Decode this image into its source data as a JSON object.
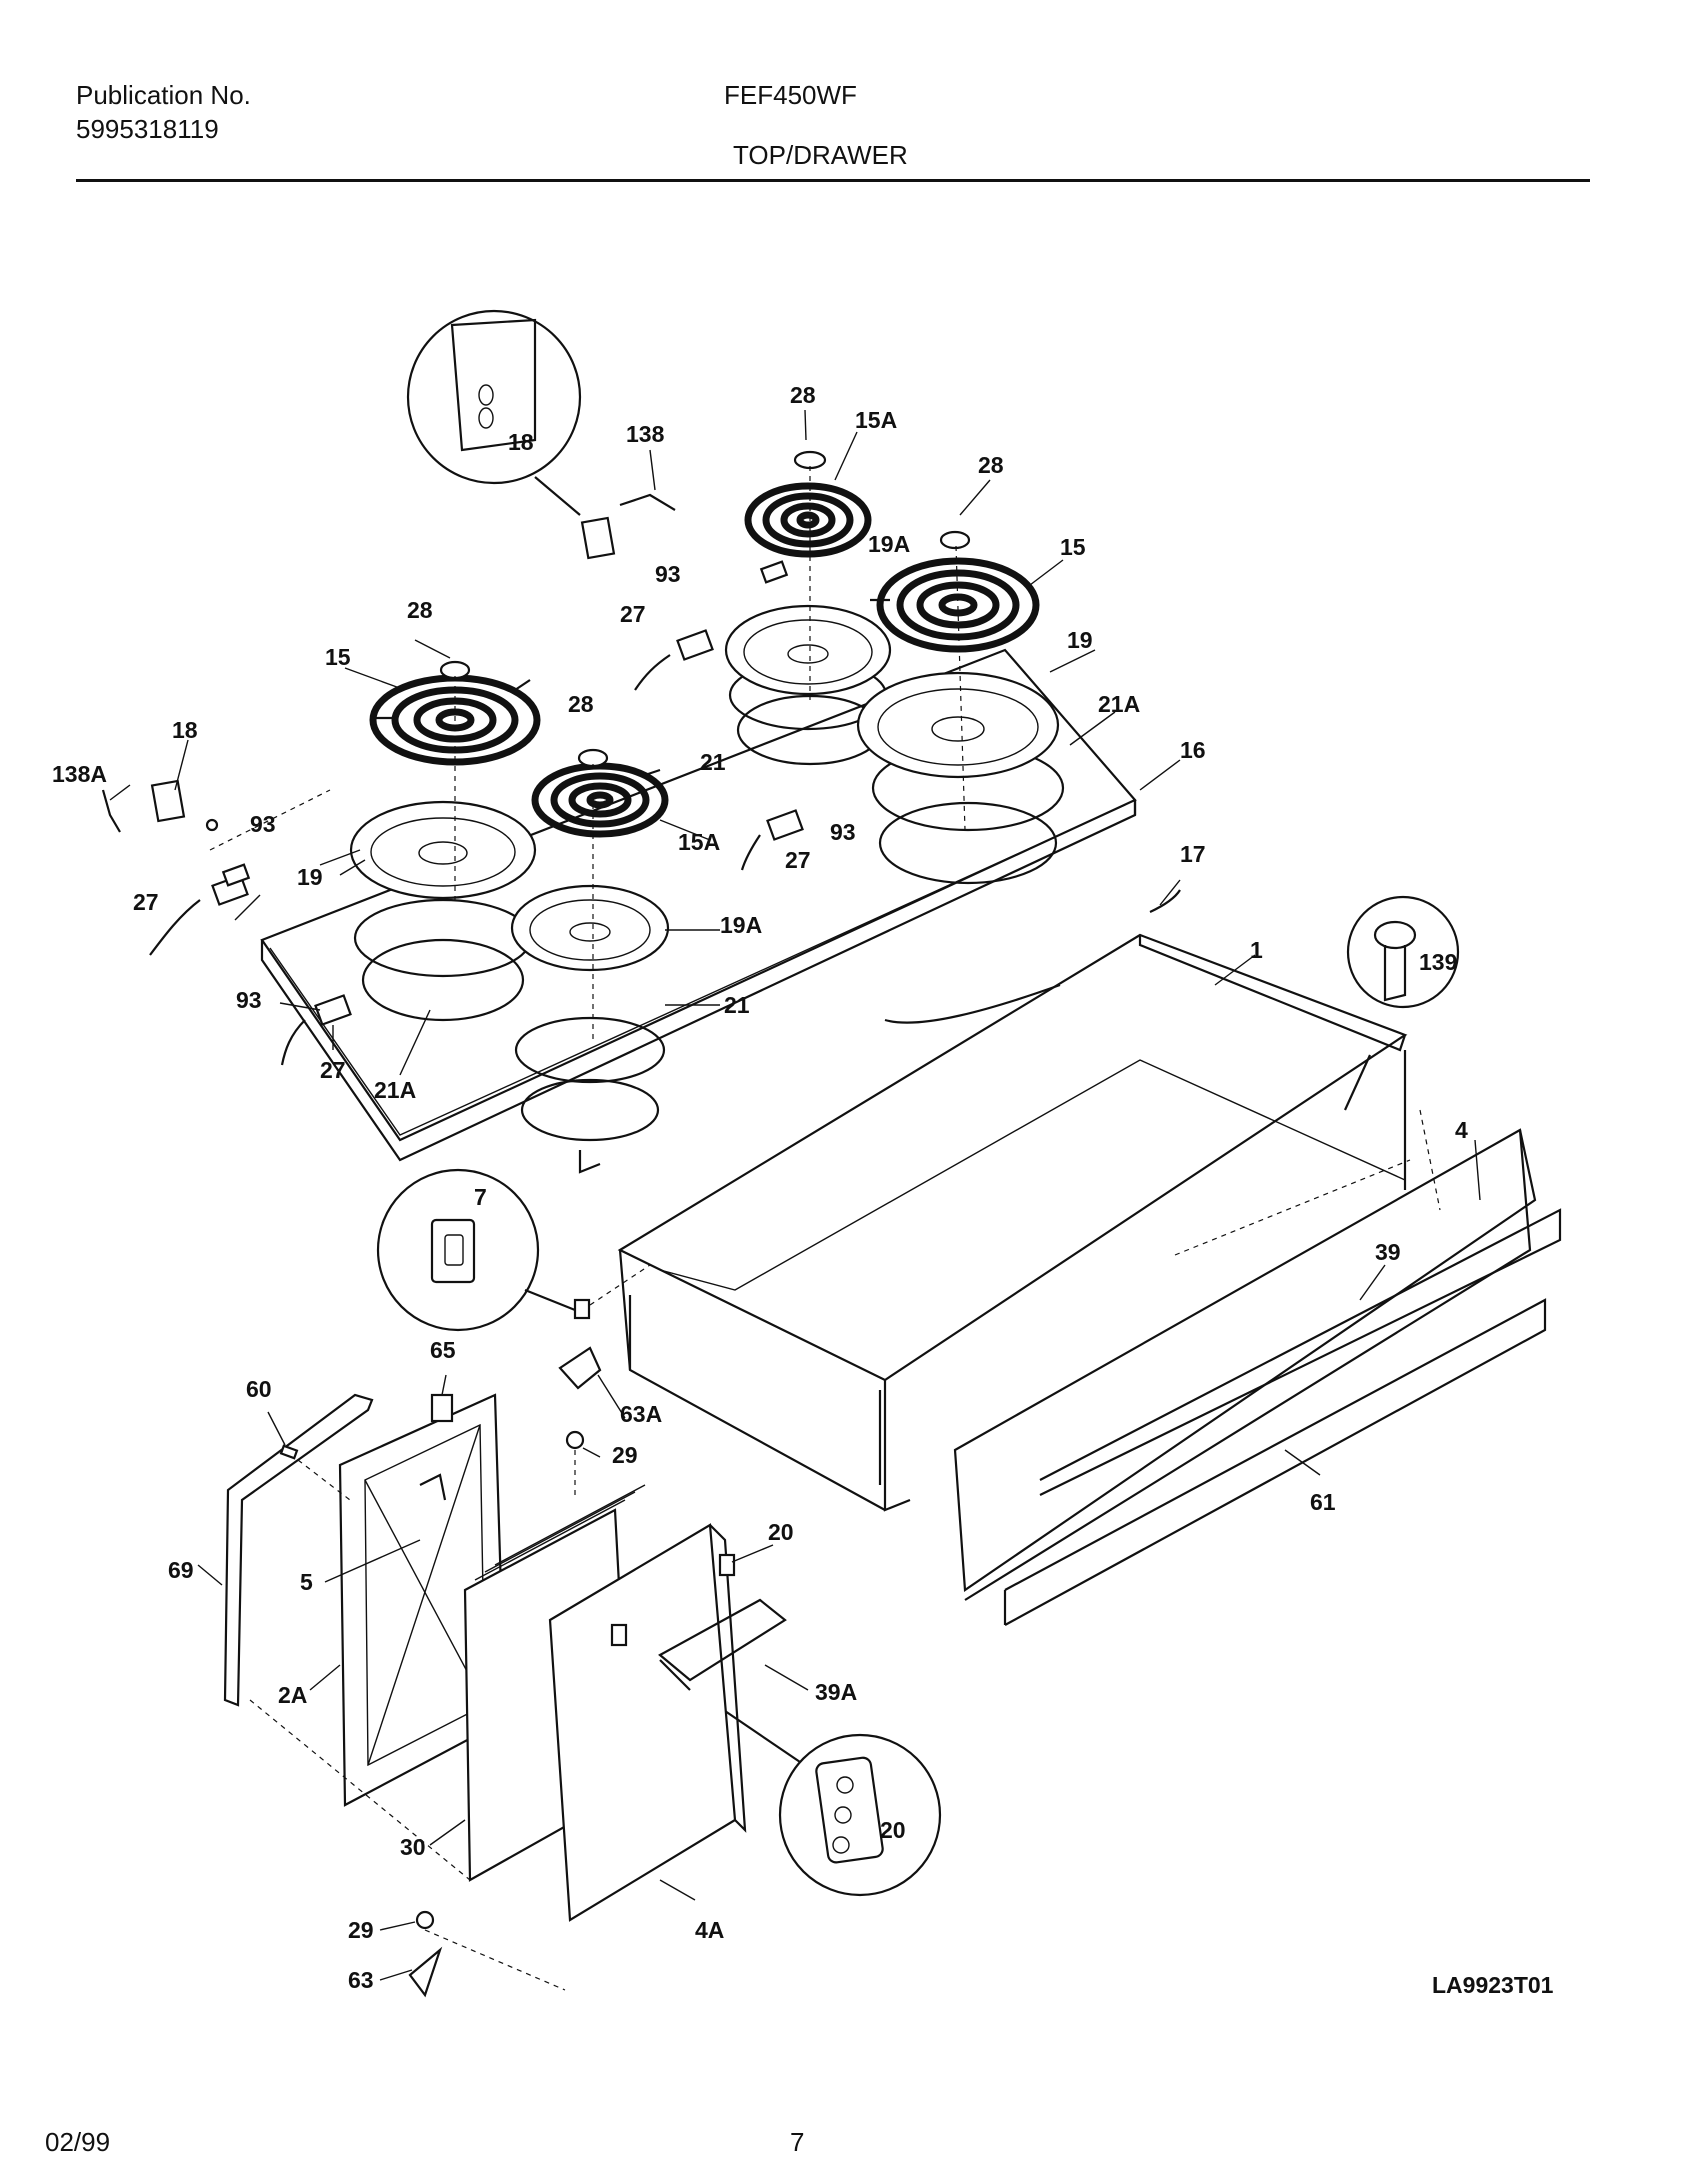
{
  "header": {
    "publication_label": "Publication No.",
    "publication_number": "5995318119",
    "model": "FEF450WF",
    "section": "TOP/DRAWER"
  },
  "footer": {
    "date": "02/99",
    "page": "7"
  },
  "diagram": {
    "drawing_id": "LA9923T01",
    "callouts": [
      "18",
      "138",
      "28",
      "15A",
      "28",
      "15",
      "19A",
      "93",
      "27",
      "28",
      "15",
      "19",
      "21A",
      "16",
      "18",
      "138A",
      "93",
      "28",
      "21",
      "27",
      "93",
      "15A",
      "19",
      "27",
      "19A",
      "17",
      "1",
      "139",
      "93",
      "21",
      "27",
      "21A",
      "4",
      "7",
      "39",
      "65",
      "60",
      "63A",
      "29",
      "61",
      "20",
      "69",
      "5",
      "39A",
      "2A",
      "20",
      "30",
      "29",
      "4A",
      "63"
    ]
  }
}
